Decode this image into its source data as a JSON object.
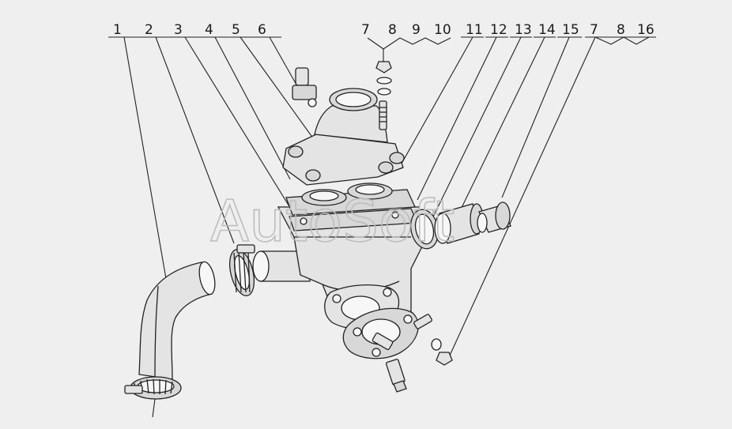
{
  "diagram": {
    "callouts": [
      "1",
      "2",
      "3",
      "4",
      "5",
      "6",
      "7",
      "8",
      "9",
      "10",
      "11",
      "12",
      "13",
      "14",
      "15",
      "7",
      "8",
      "16"
    ]
  },
  "watermark": {
    "text": "AutoSoft"
  }
}
